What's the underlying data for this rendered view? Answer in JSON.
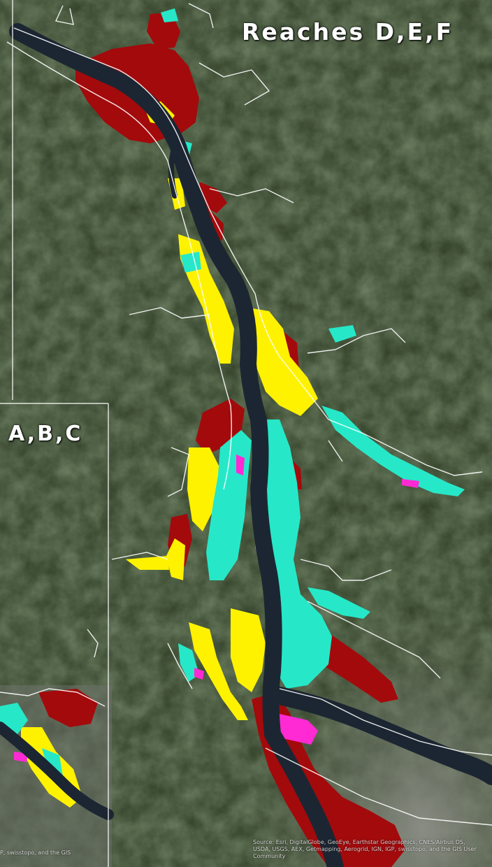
{
  "panels": [
    {
      "id": "reaches-def",
      "title": "Reaches D,E,F"
    },
    {
      "id": "reaches-abc",
      "title": "A,B,C"
    }
  ],
  "attribution": {
    "main": "Source: Esri, DigitalGlobe, GeoEye, Earthstar Geographics, CNES/Airbus DS, USDA, USGS, AEX, Getmapping, Aerogrid, IGN, IGP, swisstopo, and the GIS User Community",
    "inset": "P, swisstopo, and the GIS"
  },
  "colors": {
    "class_red": "#a30a0c",
    "class_yellow": "#fff200",
    "class_cyan": "#26e8c8",
    "class_magenta": "#ff2ad4",
    "river": "#1c2632",
    "boundary": "#ffffff",
    "terrain_dark": "#2f3d26",
    "urban": "#7d7f78"
  },
  "icons": {
    "inset_frame": "panel-border-icon"
  }
}
